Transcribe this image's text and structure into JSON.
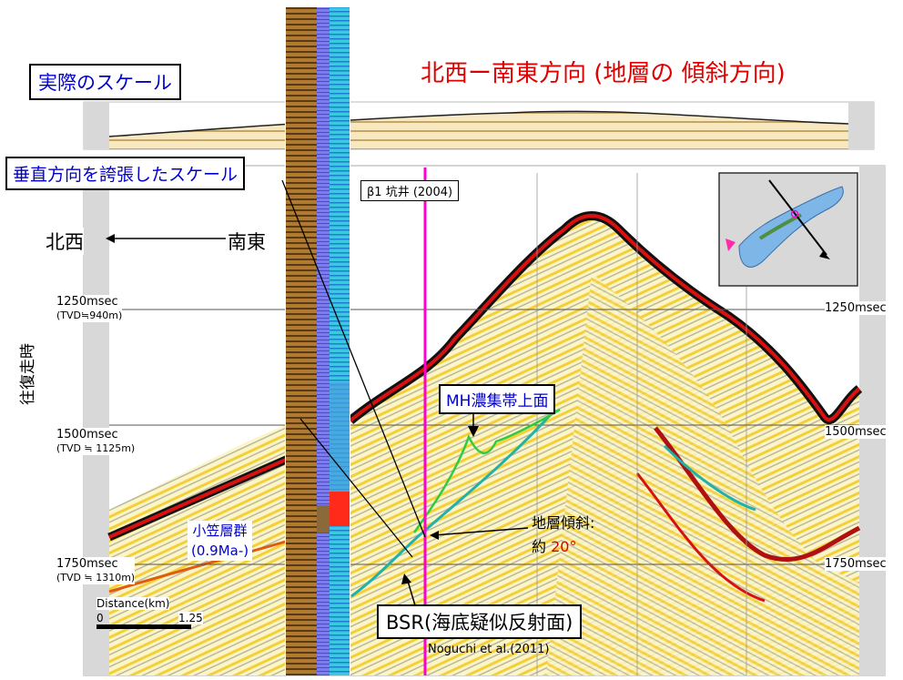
{
  "title": "北西ー南東方向 (地層の 傾斜方向)",
  "real_scale_label": "実際のスケール",
  "exaggerated_scale_label": "垂直方向を誇張したスケール",
  "direction": {
    "left": "北西",
    "right": "南東"
  },
  "y_axis_label": "往復走時",
  "time_marks": [
    {
      "value": "1250msec",
      "tvd": "(TVD≒940m)"
    },
    {
      "value": "1500msec",
      "tvd": "(TVD ≒ 1125m)"
    },
    {
      "value": "1750msec",
      "tvd": "(TVD ≒ 1310m)"
    }
  ],
  "right_time_marks": [
    "1250msec",
    "1500msec",
    "1750msec"
  ],
  "well_label": "β1 坑井 (2004)",
  "mh_label": "MH濃集帯上面",
  "ogasawara": {
    "name": "小笠層群",
    "age": "(0.9Ma-)"
  },
  "dip": {
    "label": "地層傾斜:",
    "prefix": "約 ",
    "value": "20°"
  },
  "bsr_label": "BSR(海底疑似反射面)",
  "citation": "Noguchi et al.(2011)",
  "distance": {
    "label": "Distance(km)",
    "start": "0",
    "end": "1.25"
  },
  "colors": {
    "title": "#e00000",
    "scale_label": "#0000cc",
    "well": "#ff00cc",
    "mh": "#2ecc40",
    "bsr": "#20b2aa",
    "seabed": "#d81010"
  }
}
